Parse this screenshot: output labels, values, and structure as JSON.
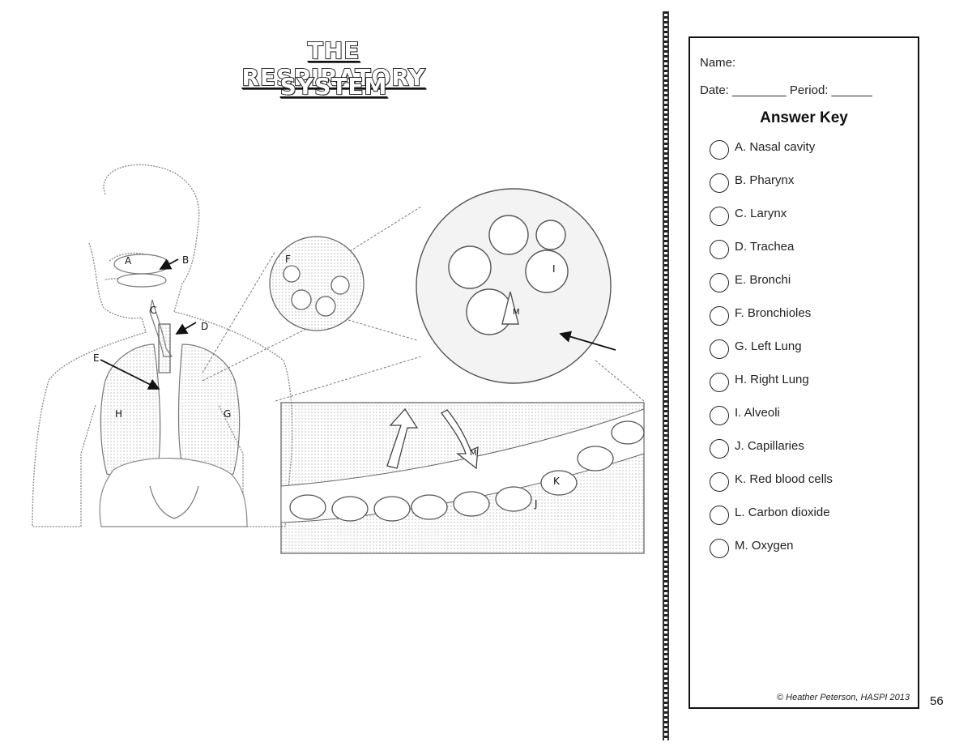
{
  "title": {
    "line1": "THE RESPIRATORY",
    "line2": "SYSTEM"
  },
  "labels": {
    "A": "A",
    "B": "B",
    "C": "C",
    "D": "D",
    "E": "E",
    "F": "F",
    "G": "G",
    "H": "H",
    "I": "I",
    "J": "J",
    "K": "K",
    "M1": "M",
    "M2": "M"
  },
  "worksheet": {
    "name_label": "Name:",
    "date_label": "Date: ________ Period: ______",
    "answer_heading": "Answer Key",
    "items": [
      "A. Nasal cavity",
      "B. Pharynx",
      "C. Larynx",
      "D. Trachea",
      "E. Bronchi",
      "F. Bronchioles",
      "G. Left Lung",
      "H. Right Lung",
      "I. Alveoli",
      "J. Capillaries",
      "K. Red blood cells",
      "L. Carbon dioxide",
      "M. Oxygen"
    ],
    "credit": "© Heather Peterson, HASPI 2013"
  },
  "page_number": "56"
}
